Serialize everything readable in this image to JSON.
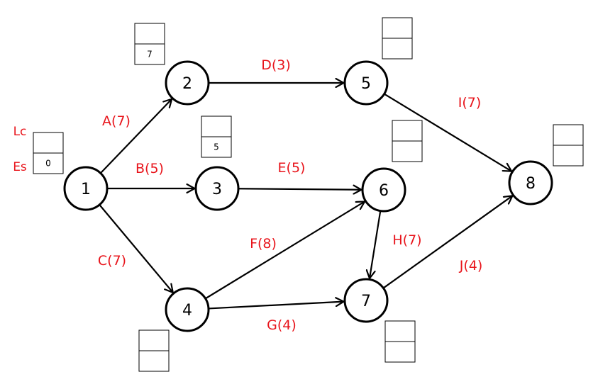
{
  "colors": {
    "label_color": "#e8141b",
    "line_color": "#000000"
  },
  "legend": {
    "top_label": "Lc",
    "bottom_label": "Es"
  },
  "nodes": [
    {
      "id": "1",
      "label": "1",
      "box_top": "",
      "box_bottom": "0"
    },
    {
      "id": "2",
      "label": "2",
      "box_top": "",
      "box_bottom": "7"
    },
    {
      "id": "3",
      "label": "3",
      "box_top": "",
      "box_bottom": "5"
    },
    {
      "id": "4",
      "label": "4",
      "box_top": "",
      "box_bottom": ""
    },
    {
      "id": "5",
      "label": "5",
      "box_top": "",
      "box_bottom": ""
    },
    {
      "id": "6",
      "label": "6",
      "box_top": "",
      "box_bottom": ""
    },
    {
      "id": "7",
      "label": "7",
      "box_top": "",
      "box_bottom": ""
    },
    {
      "id": "8",
      "label": "8",
      "box_top": "",
      "box_bottom": ""
    }
  ],
  "edges": [
    {
      "from": "1",
      "to": "2",
      "label": "A(7)"
    },
    {
      "from": "1",
      "to": "3",
      "label": "B(5)"
    },
    {
      "from": "1",
      "to": "4",
      "label": "C(7)"
    },
    {
      "from": "2",
      "to": "5",
      "label": "D(3)"
    },
    {
      "from": "3",
      "to": "6",
      "label": "E(5)"
    },
    {
      "from": "4",
      "to": "6",
      "label": "F(8)"
    },
    {
      "from": "4",
      "to": "7",
      "label": "G(4)"
    },
    {
      "from": "6",
      "to": "7",
      "label": "H(7)"
    },
    {
      "from": "5",
      "to": "8",
      "label": "I(7)"
    },
    {
      "from": "7",
      "to": "8",
      "label": "J(4)"
    }
  ]
}
